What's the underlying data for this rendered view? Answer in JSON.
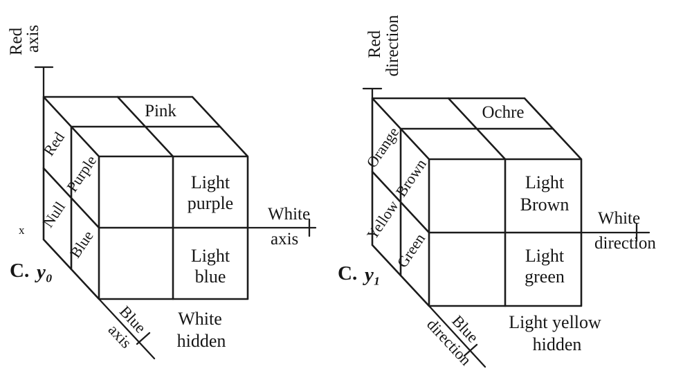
{
  "figures": {
    "left": {
      "caption": {
        "prefix": "C.",
        "symbol": "y₀"
      },
      "axis_vertical": {
        "line1": "Red",
        "line2": "axis"
      },
      "axis_horizontal": {
        "line1": "White",
        "line2": "axis"
      },
      "axis_diagonal": {
        "line1": "Blue",
        "line2": "axis"
      },
      "top_face": {
        "back_right_cell": "Pink"
      },
      "left_face": {
        "back_top_cell": "Red",
        "front_top_cell": "Purple",
        "back_bottom_cell": "Null",
        "front_bottom_cell": "Blue"
      },
      "front_face": {
        "top_right_cell": {
          "line1": "Light",
          "line2": "purple"
        },
        "bottom_right_cell": {
          "line1": "Light",
          "line2": "blue"
        }
      },
      "hidden_label": {
        "line1": "White",
        "line2": "hidden"
      },
      "origin_mark": "x"
    },
    "right": {
      "caption": {
        "prefix": "C.",
        "symbol": "y₁"
      },
      "axis_vertical": {
        "line1": "Red",
        "line2": "direction"
      },
      "axis_horizontal": {
        "line1": "White",
        "line2": "direction"
      },
      "axis_diagonal": {
        "line1": "Blue",
        "line2": "direction"
      },
      "top_face": {
        "back_right_cell": "Ochre"
      },
      "left_face": {
        "back_top_cell": "Orange",
        "front_top_cell": "Brown",
        "back_bottom_cell": "Yellow",
        "front_bottom_cell": "Green"
      },
      "front_face": {
        "top_right_cell": {
          "line1": "Light",
          "line2": "Brown"
        },
        "bottom_right_cell": {
          "line1": "Light",
          "line2": "green"
        }
      },
      "hidden_label": {
        "line1": "Light yellow",
        "line2": "hidden"
      }
    }
  },
  "colors": {
    "ink": "#1b1b1b",
    "paper": "#ffffff"
  }
}
